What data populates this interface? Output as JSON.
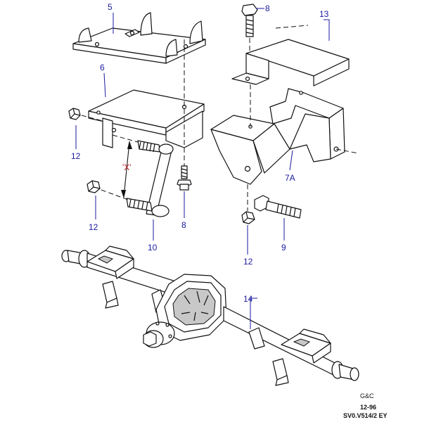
{
  "callouts": {
    "c5": "5",
    "c8_top": "8",
    "c13": "13",
    "c6": "6",
    "c12_left": "12",
    "c7a": "7A",
    "c_x": "'X'",
    "c12_mid": "12",
    "c8_bottom": "8",
    "c10": "10",
    "c12_right": "12",
    "c9": "9",
    "c14": "14"
  },
  "footer": {
    "brand": "G&C",
    "date": "12-96",
    "ref": "SV0.V514/2 EY"
  },
  "colors": {
    "callout": "#1a1aa0",
    "accent": "#c0202a",
    "line": "#111111"
  }
}
